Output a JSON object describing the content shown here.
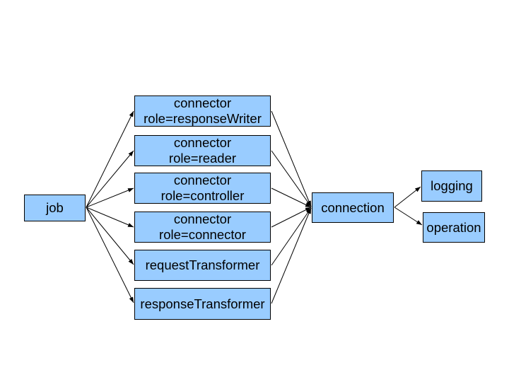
{
  "diagram": {
    "colors": {
      "node_fill": "#99CCFF",
      "node_border": "#000000",
      "edge": "#000000",
      "background": "#FFFFFF"
    },
    "nodes": {
      "job": {
        "label": "job"
      },
      "connector_response_writer": {
        "label": "connector\nrole=responseWriter"
      },
      "connector_reader": {
        "label": "connector\nrole=reader"
      },
      "connector_controller": {
        "label": "connector\nrole=controller"
      },
      "connector_connector": {
        "label": "connector\nrole=connector"
      },
      "request_transformer": {
        "label": "requestTransformer"
      },
      "response_transformer": {
        "label": "responseTransformer"
      },
      "connection": {
        "label": "connection"
      },
      "logging": {
        "label": "logging"
      },
      "operation": {
        "label": "operation"
      }
    },
    "edges": [
      {
        "from": "job",
        "to": "connector_response_writer"
      },
      {
        "from": "job",
        "to": "connector_reader"
      },
      {
        "from": "job",
        "to": "connector_controller"
      },
      {
        "from": "job",
        "to": "connector_connector"
      },
      {
        "from": "job",
        "to": "request_transformer"
      },
      {
        "from": "job",
        "to": "response_transformer"
      },
      {
        "from": "connector_response_writer",
        "to": "connection"
      },
      {
        "from": "connector_reader",
        "to": "connection"
      },
      {
        "from": "connector_controller",
        "to": "connection"
      },
      {
        "from": "connector_connector",
        "to": "connection"
      },
      {
        "from": "request_transformer",
        "to": "connection"
      },
      {
        "from": "response_transformer",
        "to": "connection"
      },
      {
        "from": "connection",
        "to": "logging"
      },
      {
        "from": "connection",
        "to": "operation"
      }
    ]
  }
}
